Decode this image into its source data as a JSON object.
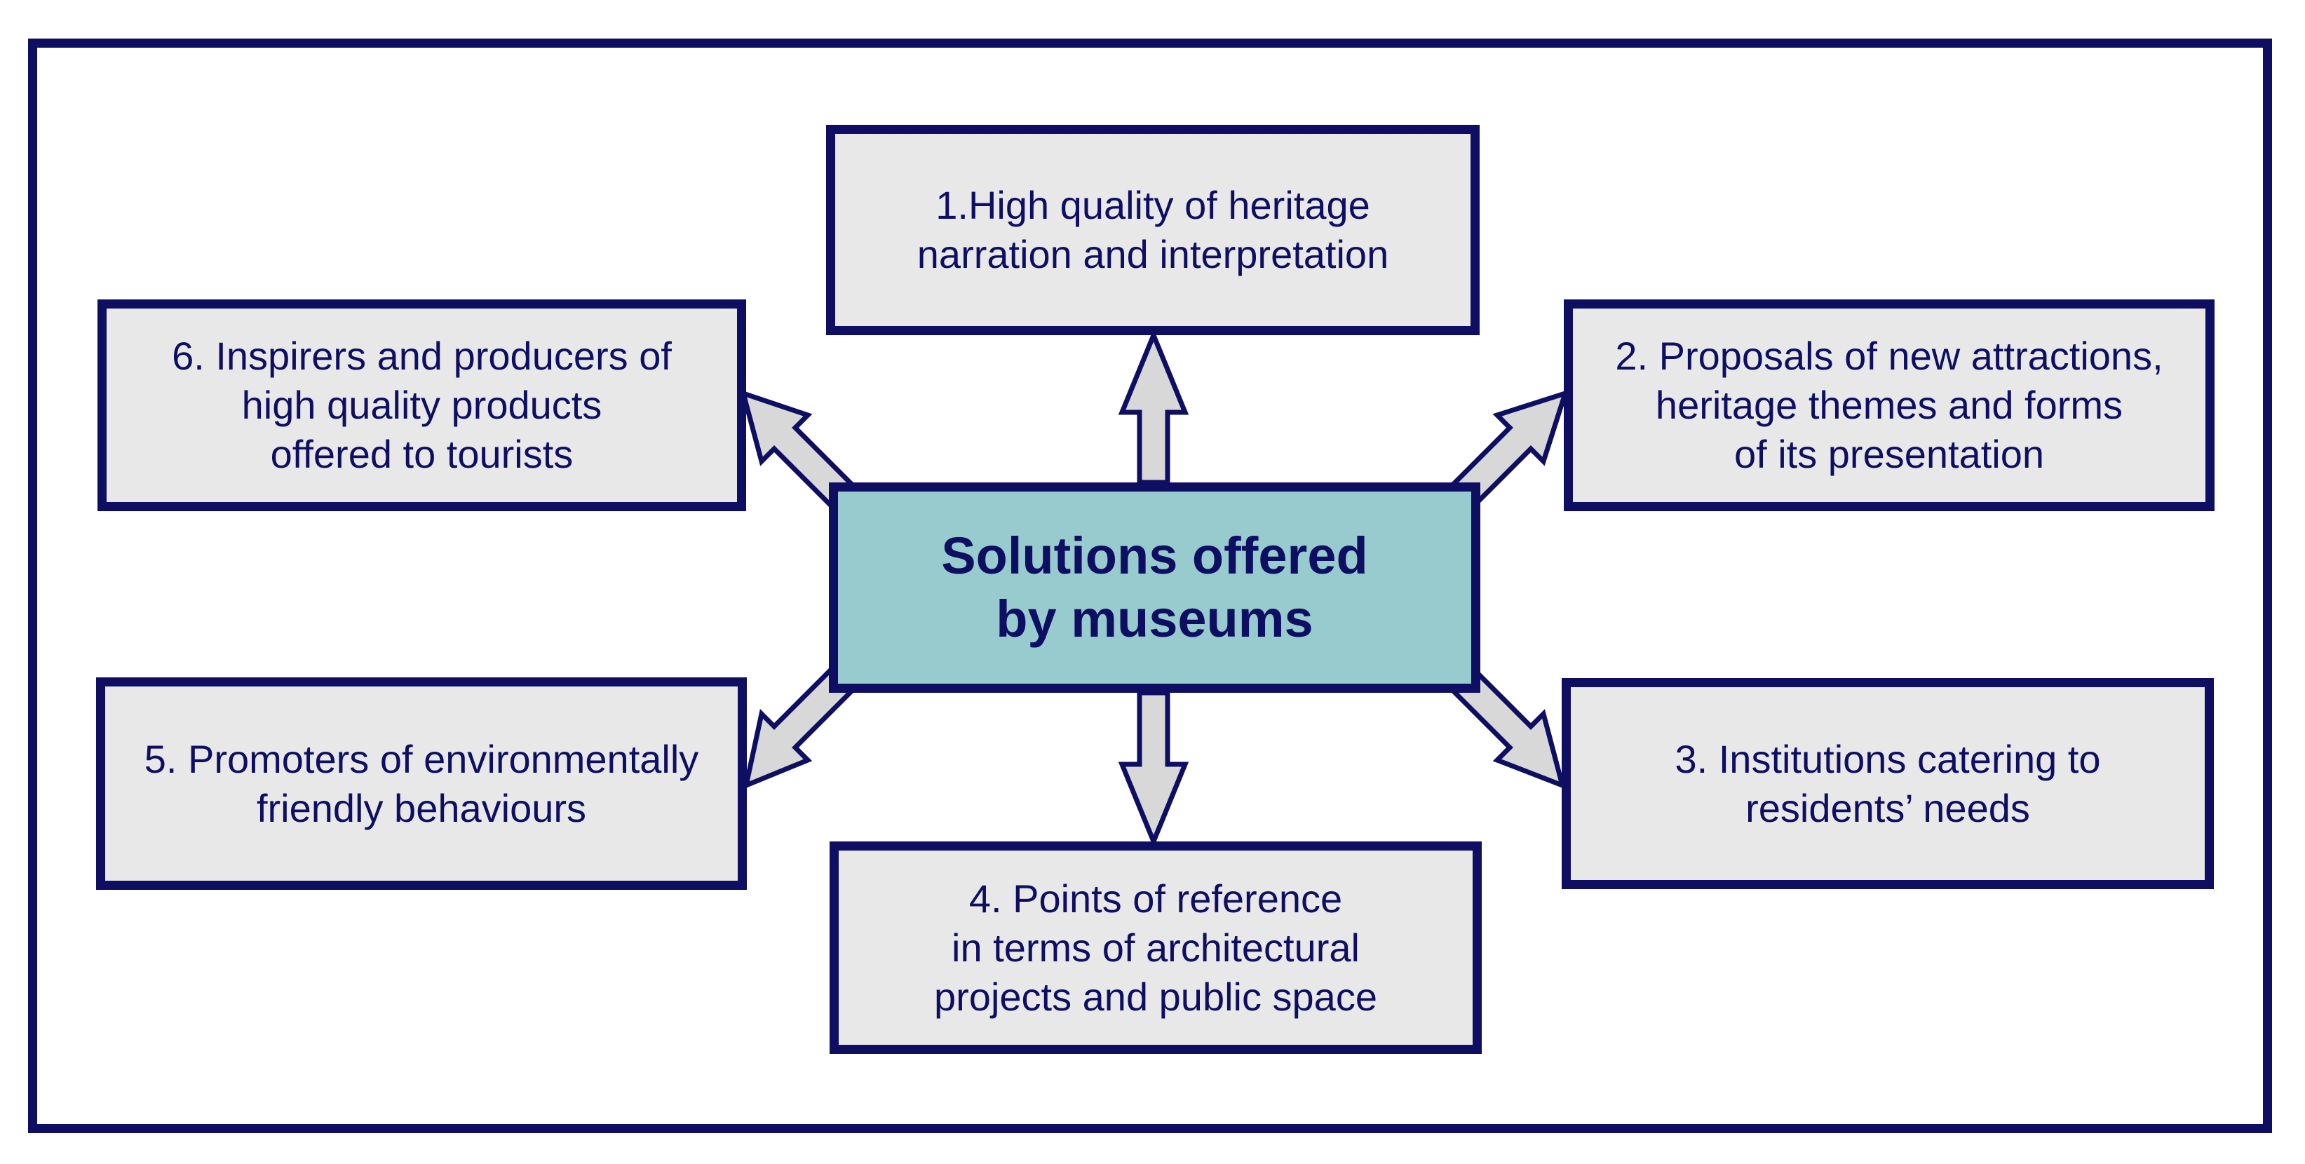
{
  "diagram": {
    "center": {
      "label": "Solutions offered\nby museums"
    },
    "items": [
      {
        "id": "1",
        "label": "1.High quality of heritage\nnarration and interpretation"
      },
      {
        "id": "2",
        "label": "2. Proposals of new attractions,\nheritage themes and forms\nof its presentation"
      },
      {
        "id": "3",
        "label": "3. Institutions catering to\nresidents’ needs"
      },
      {
        "id": "4",
        "label": "4. Points of reference\nin terms of  architectural\nprojects and public space"
      },
      {
        "id": "5",
        "label": "5. Promoters of environmentally\nfriendly behaviours"
      },
      {
        "id": "6",
        "label": "6. Inspirers and producers of\nhigh quality products\noffered to tourists"
      }
    ]
  },
  "colors": {
    "border": "#0e0e62",
    "box_fill": "#e8e8e8",
    "center_fill": "#97cbcd",
    "arrow_fill": "#d8d8d8",
    "text": "#0e0e62"
  }
}
